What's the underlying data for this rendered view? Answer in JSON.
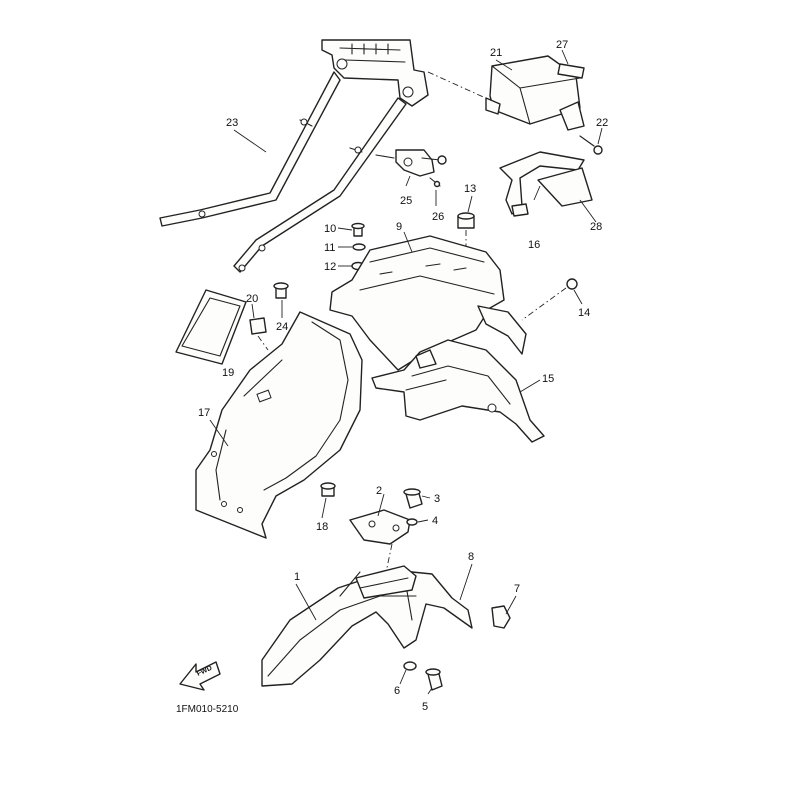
{
  "diagram_code": "1FM010-5210",
  "fwd_label": "FWD",
  "callouts": [
    "1",
    "2",
    "3",
    "4",
    "5",
    "6",
    "7",
    "8",
    "9",
    "10",
    "11",
    "12",
    "13",
    "14",
    "15",
    "16",
    "17",
    "18",
    "19",
    "20",
    "21",
    "22",
    "23",
    "24",
    "25",
    "26",
    "27",
    "28"
  ],
  "colors": {
    "line": "#222222",
    "paper": "#ffffff"
  }
}
